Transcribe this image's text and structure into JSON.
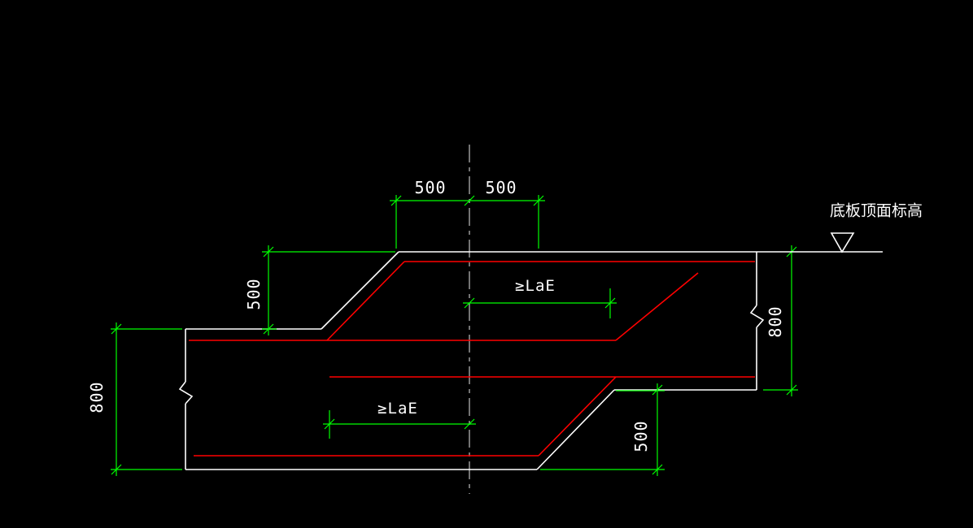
{
  "drawing": {
    "dimensions": {
      "top_left_500": "500",
      "top_right_500": "500",
      "left_step_500": "500",
      "left_thickness_800": "800",
      "right_thickness_800": "800",
      "right_step_500": "500"
    },
    "anchorages": {
      "top": "≥LaE",
      "bottom": "≥LaE"
    },
    "annotations": {
      "elevation_label": "底板顶面标高"
    },
    "colors": {
      "background": "#000000",
      "outline": "#ffffff",
      "rebar": "#ff0000",
      "dimension": "#00ff00",
      "text": "#ffffff"
    }
  }
}
